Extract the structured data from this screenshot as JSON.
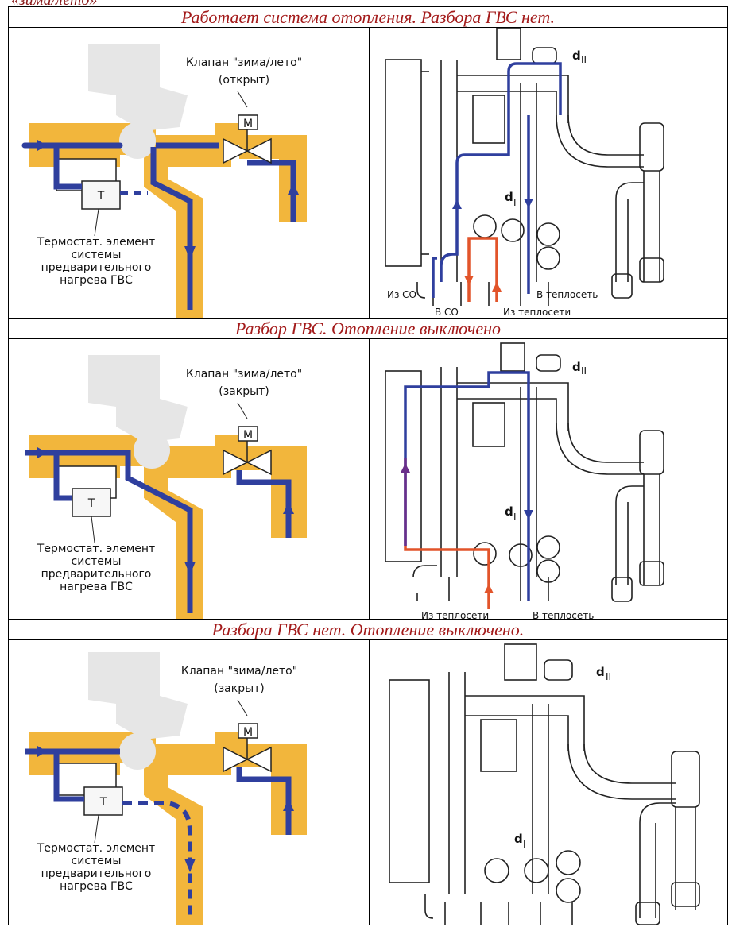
{
  "top_caption": "«зима/лето»",
  "sections": [
    {
      "title": "Работает система отопления. Разбора ГВС нет.",
      "valve_label": "Клапан \"зима/лето\"",
      "valve_state": "(открыт)",
      "motor_label": "M",
      "thermo_label": "T",
      "thermo_caption": [
        "Термостат. элемент",
        "системы",
        "предварительного",
        "нагрева ГВС"
      ],
      "unit_labels": {
        "d_top": "d",
        "d_top_sub": "II",
        "d_mid": "d",
        "d_mid_sub": "I",
        "from_co": "Из СО",
        "to_co": "В СО",
        "to_net": "В теплосеть",
        "from_net": "Из теплосети"
      }
    },
    {
      "title": "Разбор ГВС. Отопление выключено",
      "valve_label": "Клапан \"зима/лето\"",
      "valve_state": "(закрыт)",
      "motor_label": "M",
      "thermo_label": "T",
      "thermo_caption": [
        "Термостат. элемент",
        "системы",
        "предварительного",
        "нагрева ГВС"
      ],
      "unit_labels": {
        "d_top": "d",
        "d_top_sub": "II",
        "d_mid": "d",
        "d_mid_sub": "I",
        "from_net": "Из теплосети",
        "to_net": "В теплосеть"
      }
    },
    {
      "title": "Разбора ГВС нет. Отопление выключено.",
      "valve_label": "Клапан \"зима/лето\"",
      "valve_state": "(закрыт)",
      "motor_label": "M",
      "thermo_label": "T",
      "thermo_caption": [
        "Термостат. элемент",
        "системы",
        "предварительного",
        "нагрева ГВС"
      ],
      "unit_labels": {
        "d_top": "d",
        "d_top_sub": "II",
        "d_mid": "d",
        "d_mid_sub": "I"
      }
    }
  ],
  "colors": {
    "pipe": "#f2b63c",
    "body": "#e6e6e6",
    "flow_blue": "#2f3f9e",
    "flow_red": "#e2542a",
    "flow_purple": "#6a2f8a",
    "title": "#a31a1a"
  }
}
